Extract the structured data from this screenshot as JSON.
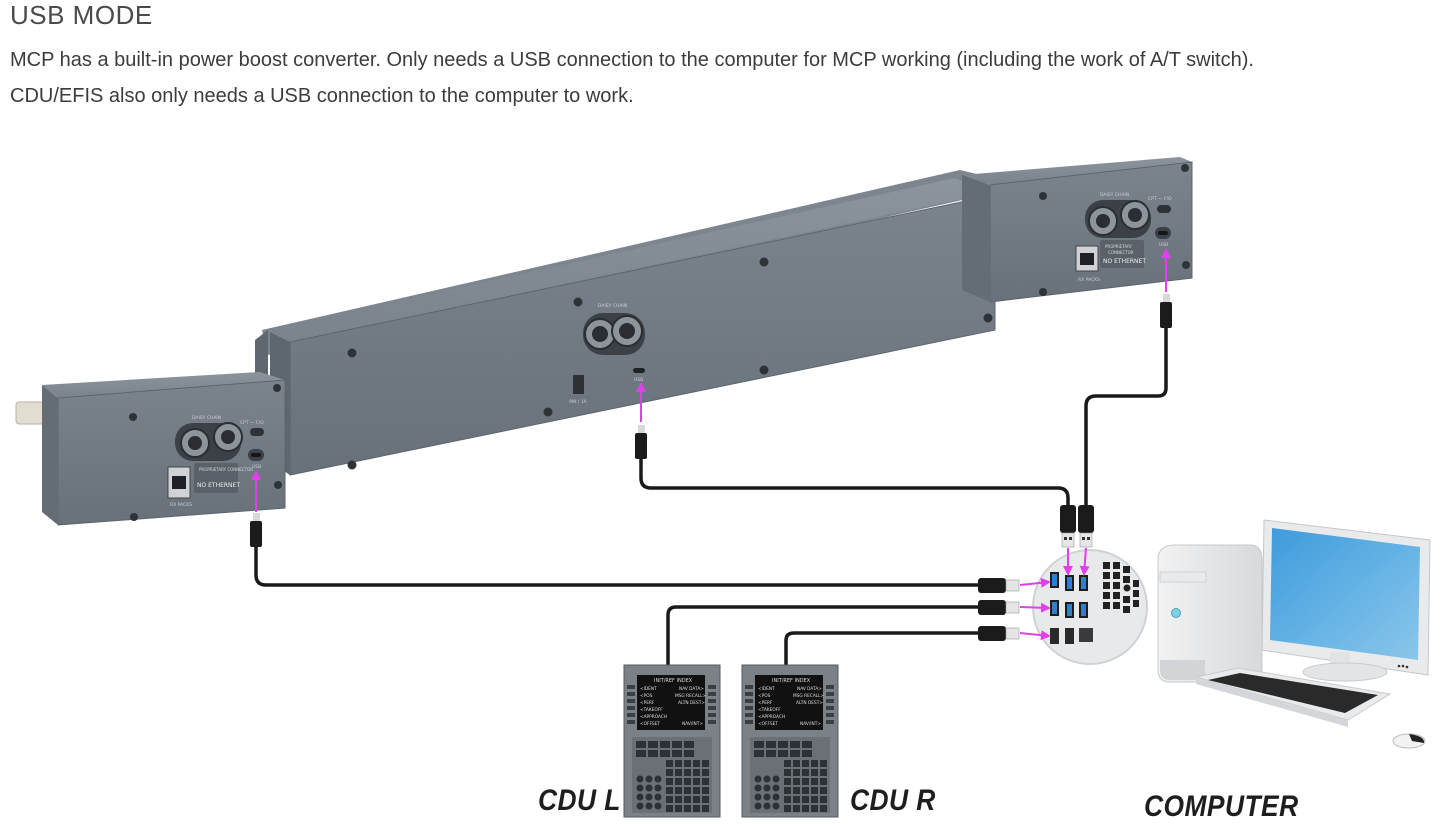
{
  "header": {
    "title": "USB MODE",
    "paragraphs": [
      "MCP has a built-in power boost converter. Only needs a USB connection to the computer for MCP working (including the work of A/T switch).",
      "CDU/EFIS also only needs a USB connection to the computer to work."
    ]
  },
  "devices": {
    "efis_left": {
      "daisy_chain_label": "DAISY CHAIN",
      "switch_label": "CPT — F/O",
      "usb_label": "USB",
      "port_label": "RX PACKS",
      "proprietary_label": "PROPRIETARY CONNECTOR",
      "no_ethernet_label": "NO ETHERNET"
    },
    "mcp": {
      "daisy_chain_label": "DAISY CHAIN",
      "usb_label": "USB",
      "power_label": "9W / 1A"
    },
    "efis_right": {
      "daisy_chain_label": "DAISY CHAIN",
      "switch_label": "CPT — F/O",
      "usb_label": "USB",
      "port_label": "RX PACKS",
      "proprietary_label": "PROPRIETARY CONNECTOR",
      "no_ethernet_label": "NO ETHERNET"
    },
    "cdu": {
      "screen_title": "INIT/REF INDEX",
      "left_lines": [
        "<IDENT",
        "<POS",
        "<PERF",
        "<TAKEOFF",
        "<APPROACH",
        "<OFFSET"
      ],
      "right_lines": [
        "NAV DATA>",
        "MSG RECALL>",
        "ALTN DEST>",
        "",
        "",
        "NAV/INT>"
      ]
    }
  },
  "captions": {
    "cdu_left": "CDU L",
    "cdu_right": "CDU R",
    "computer": "COMPUTER"
  },
  "colors": {
    "arrow": "#e040e8",
    "cable": "#1a1a1a",
    "device_body": "#6f7882",
    "usb_port_blue": "#2f7fd0",
    "monitor_screen": "#5aaee0"
  },
  "icons": {
    "usb_a_plug": "usb-a-plug-icon",
    "usb_c_plug": "usb-c-plug-icon",
    "arrow": "arrow-icon"
  }
}
